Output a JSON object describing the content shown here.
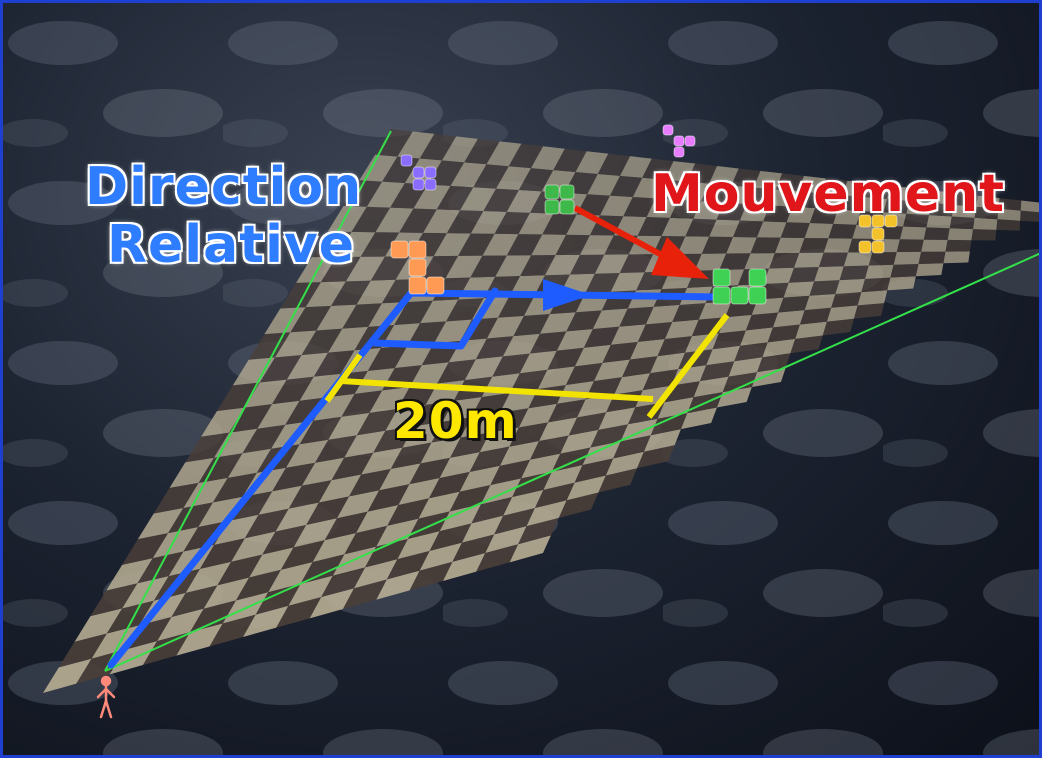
{
  "labels": {
    "direction_line1": "Direction",
    "direction_line2": "Relative",
    "movement": "Mouvement",
    "distance": "20m"
  },
  "colors": {
    "frame": "#1f3fd0",
    "direction_text": "#2f7dff",
    "movement_text": "#e0161a",
    "distance_text": "#ffe800",
    "path_line": "#1e5cff",
    "measure_line": "#f2e400",
    "movement_arrow": "#e8220a",
    "field_of_view_lines": "#34e04a",
    "tile_light": "#b5ab92",
    "tile_dark": "#4a3f39"
  },
  "objects": [
    {
      "name": "orange-block-piece",
      "color": "#ff9a55"
    },
    {
      "name": "green-block-piece-origin",
      "color": "#3fb84a"
    },
    {
      "name": "green-block-piece-target",
      "color": "#3ed154"
    },
    {
      "name": "purple-block-piece",
      "color": "#8a6cff"
    },
    {
      "name": "pink-block-piece",
      "color": "#e87cff"
    },
    {
      "name": "yellow-block-piece",
      "color": "#f3c12a"
    }
  ],
  "icons": {
    "observer": "person-figure-icon"
  }
}
